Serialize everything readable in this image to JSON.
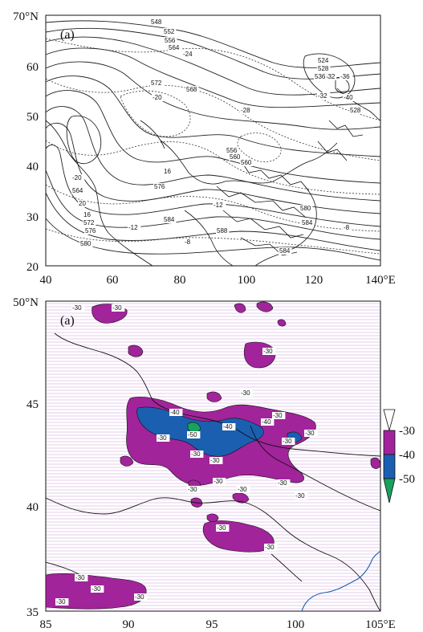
{
  "top_map": {
    "panel_label": "(a)",
    "y_ticks": [
      "70°N",
      "60",
      "50",
      "40",
      "30",
      "20"
    ],
    "x_ticks": [
      "40",
      "60",
      "80",
      "100",
      "120",
      "140°E"
    ],
    "contour_labels": [
      "548",
      "552",
      "556",
      "564",
      "524",
      "528",
      "532",
      "536",
      "-24",
      "-28",
      "-32",
      "-36",
      "-40",
      "572",
      "568",
      "-20",
      "-20",
      "16",
      "576",
      "564",
      "560",
      "556",
      "-12",
      "560",
      "20",
      "16",
      "572",
      "576",
      "580",
      "-12",
      "584",
      "588",
      "-8",
      "-8",
      "584",
      "580",
      "584",
      "528"
    ]
  },
  "bottom_map": {
    "panel_label": "(a)",
    "y_ticks": [
      "50°N",
      "45",
      "40",
      "35"
    ],
    "x_ticks": [
      "85",
      "90",
      "95",
      "100",
      "105°E"
    ],
    "contour_labels": [
      "-30",
      "-30",
      "-30",
      "-40",
      "-30",
      "-30",
      "-50",
      "-40",
      "-30",
      "-40",
      "-30",
      "-30",
      "-30",
      "-30",
      "-30",
      "-30",
      "-30",
      "-30",
      "-30",
      "-30",
      "-30",
      "-30",
      "-30",
      "-30",
      "-30"
    ]
  },
  "colorbar": {
    "labels": [
      "-30",
      "-40",
      "-50"
    ],
    "colors": {
      "white": "#ffffff",
      "purple": "#a1249a",
      "blue": "#1b5fb0",
      "green": "#1aa15c"
    }
  }
}
